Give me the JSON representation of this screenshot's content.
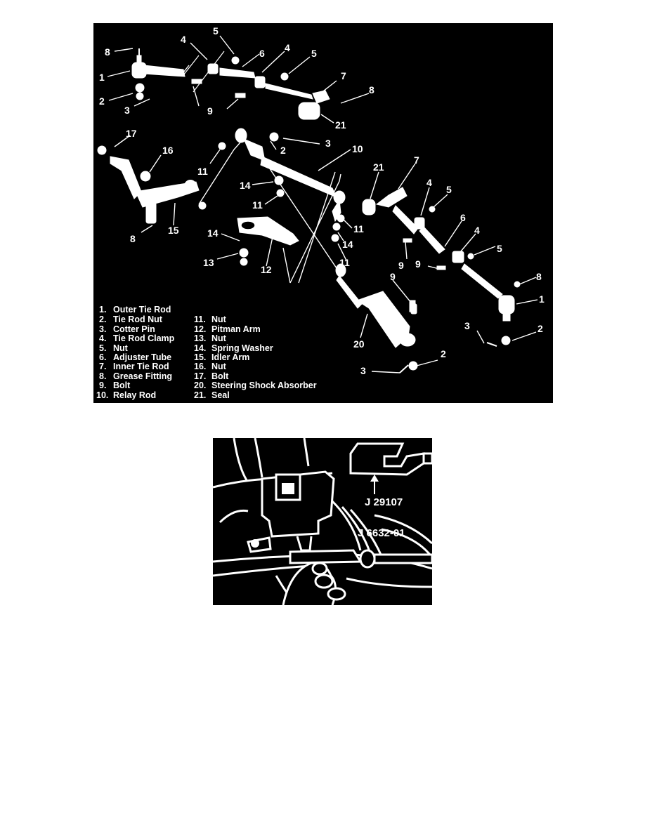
{
  "figure1": {
    "legend_left": [
      {
        "num": "1.",
        "label": "Outer Tie Rod"
      },
      {
        "num": "2.",
        "label": "Tie Rod Nut"
      },
      {
        "num": "3.",
        "label": "Cotter Pin"
      },
      {
        "num": "4.",
        "label": "Tie Rod Clamp"
      },
      {
        "num": "5.",
        "label": "Nut"
      },
      {
        "num": "6.",
        "label": "Adjuster Tube"
      },
      {
        "num": "7.",
        "label": "Inner Tie Rod"
      },
      {
        "num": "8.",
        "label": "Grease Fitting"
      },
      {
        "num": "9.",
        "label": "Bolt"
      },
      {
        "num": "10.",
        "label": "Relay Rod"
      }
    ],
    "legend_right": [
      {
        "num": "11.",
        "label": "Nut"
      },
      {
        "num": "12.",
        "label": "Pitman Arm"
      },
      {
        "num": "13.",
        "label": "Nut"
      },
      {
        "num": "14.",
        "label": "Spring Washer"
      },
      {
        "num": "15.",
        "label": "Idler Arm"
      },
      {
        "num": "16.",
        "label": "Nut"
      },
      {
        "num": "17.",
        "label": "Bolt"
      },
      {
        "num": "20.",
        "label": "Steering Shock Absorber"
      },
      {
        "num": "21.",
        "label": "Seal"
      }
    ],
    "callouts": [
      "8",
      "1",
      "2",
      "3",
      "4",
      "5",
      "6",
      "9",
      "4",
      "5",
      "7",
      "8",
      "21",
      "3",
      "2",
      "10",
      "17",
      "16",
      "11",
      "15",
      "8",
      "14",
      "11",
      "21",
      "7",
      "4",
      "5",
      "6",
      "4",
      "5",
      "11",
      "14",
      "11",
      "14",
      "13",
      "12",
      "9",
      "9",
      "8",
      "1",
      "20",
      "3",
      "2",
      "3"
    ]
  },
  "figure2": {
    "tool_labels": {
      "tool_a": "J 29107",
      "tool_b": "J 6632-01"
    }
  }
}
